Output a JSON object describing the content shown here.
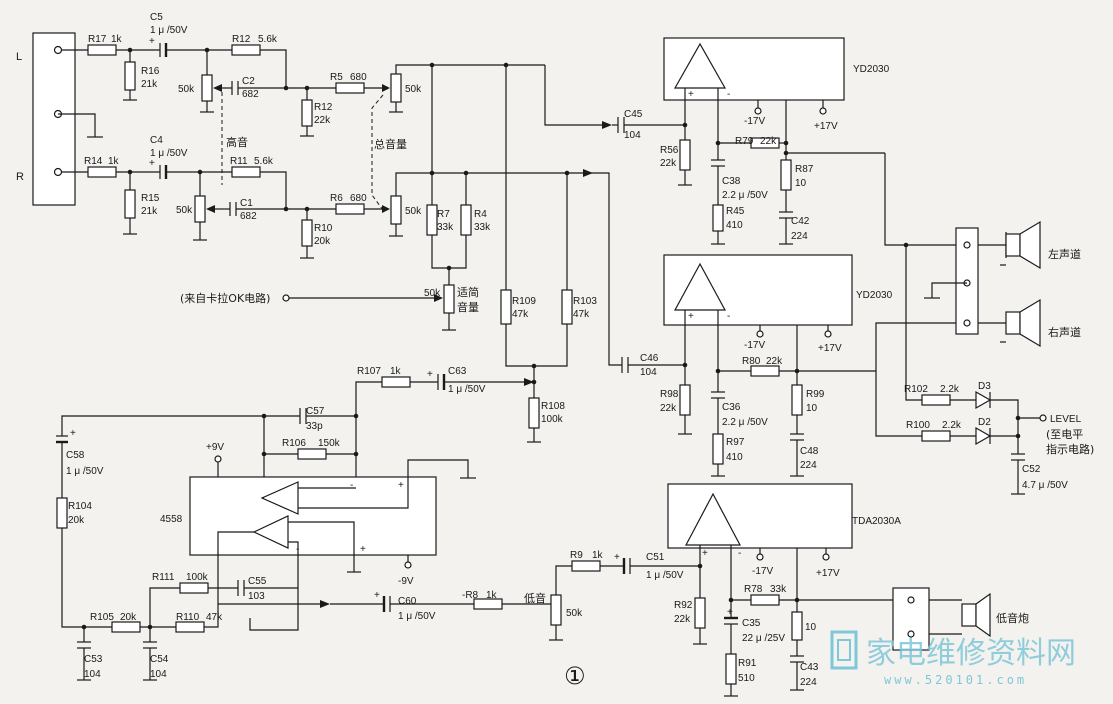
{
  "labels": {
    "in_L": "L",
    "in_R": "R",
    "R17": "R17",
    "R17v": "1k",
    "R16": "R16",
    "R16v": "21k",
    "C5": "C5",
    "C5v": "1 μ /50V",
    "R12a": "R12",
    "R12av": "5.6k",
    "C2": "C2",
    "C2v": "682",
    "pot_treble_L": "50k",
    "R5": "R5",
    "R5v": "680",
    "pot_vol_L": "50k",
    "R12b": "R12",
    "R12bv": "22k",
    "treble": "高音",
    "master_volume": "总音量",
    "R14": "R14",
    "R14v": "1k",
    "R15": "R15",
    "R15v": "21k",
    "C4": "C4",
    "C4v": "1 μ /50V",
    "R11": "R11",
    "R11v": "5.6k",
    "C1": "C1",
    "C1v": "682",
    "pot_treble_R": "50k",
    "R6": "R6",
    "R6v": "680",
    "pot_vol_R": "50k",
    "R10": "R10",
    "R10v": "20k",
    "R7": "R7",
    "R7v": "33k",
    "R4": "R4",
    "R4v": "33k",
    "karaoke_in": "(来自卡拉OK电路)",
    "pot_adj": "50k",
    "adj_volume_1": "适简",
    "adj_volume_2": "音量",
    "R109": "R109",
    "R109v": "47k",
    "R103": "R103",
    "R103v": "47k",
    "C45": "C45",
    "C45v": "104",
    "ic1": "YD2030",
    "ic2": "YD2030",
    "ic3": "TDA2030A",
    "R56": "R56",
    "R56v": "22k",
    "C38": "C38",
    "C38v": "2.2 μ /50V",
    "R45": "R45",
    "R45v": "410",
    "R79": "R79",
    "R79v": "22k",
    "R87": "R87",
    "R87v": "10",
    "C42": "C42",
    "C42v": "224",
    "m17a": "-17V",
    "p17a": "+17V",
    "left_channel": "左声道",
    "right_channel": "右声道",
    "C46": "C46",
    "C46v": "104",
    "R98": "R98",
    "R98v": "22k",
    "C36": "C36",
    "C36v": "2.2 μ /50V",
    "R97": "R97",
    "R97v": "410",
    "R80": "R80",
    "R80v": "22k",
    "R99": "R99",
    "R99v": "10",
    "C48": "C48",
    "C48v": "224",
    "m17b": "-17V",
    "p17b": "+17V",
    "R102": "R102",
    "R102v": "2.2k",
    "D3": "D3",
    "R100": "R100",
    "R100v": "2.2k",
    "D2": "D2",
    "level": "LEVEL",
    "level_note_1": "(至电平",
    "level_note_2": "指示电路)",
    "C52": "C52",
    "C52v": "4.7 μ /50V",
    "R107": "R107",
    "R107v": "1k",
    "C63": "C63",
    "C63v": "1 μ /50V",
    "R108": "R108",
    "R108v": "100k",
    "C57": "C57",
    "C57v": "33p",
    "R106": "R106",
    "R106v": "150k",
    "p9": "+9V",
    "m9": "-9V",
    "opamp": "4558",
    "C58": "C58",
    "C58v": "1 μ /50V",
    "R104": "R104",
    "R104v": "20k",
    "R111": "R111",
    "R111v": "100k",
    "C55": "C55",
    "C55v": "103",
    "R105": "R105",
    "R105v": "20k",
    "R110": "R110",
    "R110v": "47k",
    "C53": "C53",
    "C53v": "104",
    "C54": "C54",
    "C54v": "104",
    "C60": "C60",
    "C60v": "1 μ /50V",
    "R8": "-R8",
    "R8v": "1k",
    "bass": "低音",
    "pot_bass": "50k",
    "R9": "R9",
    "R9v": "1k",
    "C51": "C51",
    "C51v": "1 μ /50V",
    "R92": "R92",
    "R92v": "22k",
    "C35": "C35",
    "C35v": "22 μ /25V",
    "R91": "R91",
    "R91v": "510",
    "R78": "R78",
    "R78v": "33k",
    "R_bass_out": "10",
    "C43": "C43",
    "C43v": "224",
    "m17c": "-17V",
    "p17c": "+17V",
    "subwoofer": "低音炮",
    "fig": "①",
    "plus": "+",
    "minus": "-"
  },
  "watermark": {
    "text": "家电维修资料网",
    "url": "www.520101.com",
    "color": "#7fc7d9"
  }
}
